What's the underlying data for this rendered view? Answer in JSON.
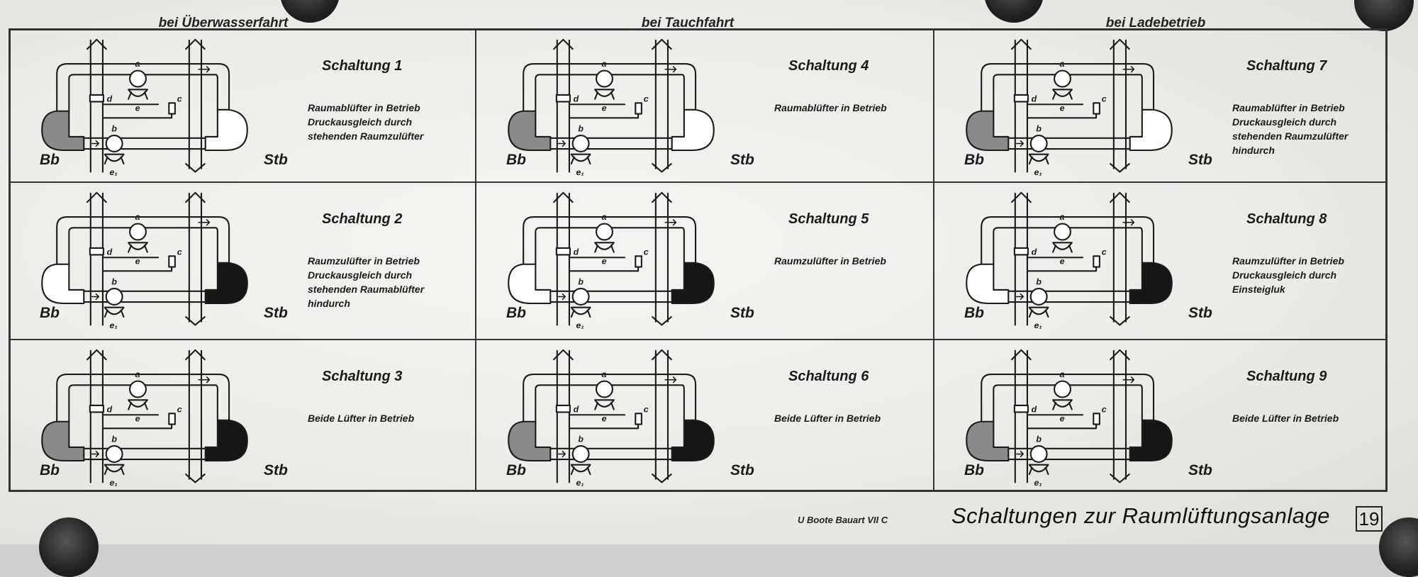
{
  "headers": [
    "bei Überwasserfahrt",
    "bei Tauchfahrt",
    "bei Ladebetrieb"
  ],
  "diagram_labels": {
    "a": "a",
    "b": "b",
    "c": "c",
    "d": "d",
    "e": "e",
    "e1": "e₁",
    "bb": "Bb",
    "stb": "Stb"
  },
  "circuits": [
    {
      "title": "Schaltung 1",
      "desc": [
        "Raumablüfter in Betrieb",
        "Druckausgleich durch",
        "stehenden Raumzulüfter"
      ],
      "bb": "gray",
      "stb": "white"
    },
    {
      "title": "Schaltung 2",
      "desc": [
        "Raumzulüfter in Betrieb",
        "Druckausgleich durch",
        "stehenden Raumablüfter",
        "hindurch"
      ],
      "bb": "white",
      "stb": "black"
    },
    {
      "title": "Schaltung 3",
      "desc": [
        "Beide Lüfter in Betrieb"
      ],
      "bb": "gray",
      "stb": "black"
    },
    {
      "title": "Schaltung 4",
      "desc": [
        "Raumablüfter in Betrieb"
      ],
      "bb": "gray",
      "stb": "white"
    },
    {
      "title": "Schaltung 5",
      "desc": [
        "Raumzulüfter in Betrieb"
      ],
      "bb": "white",
      "stb": "black"
    },
    {
      "title": "Schaltung 6",
      "desc": [
        "Beide Lüfter in Betrieb"
      ],
      "bb": "gray",
      "stb": "black"
    },
    {
      "title": "Schaltung 7",
      "desc": [
        "Raumablüfter in Betrieb",
        "Druckausgleich durch",
        "stehenden Raumzulüfter",
        "hindurch"
      ],
      "bb": "gray",
      "stb": "white"
    },
    {
      "title": "Schaltung 8",
      "desc": [
        "Raumzulüfter in Betrieb",
        "Druckausgleich durch",
        "Einsteigluk"
      ],
      "bb": "white",
      "stb": "black"
    },
    {
      "title": "Schaltung 9",
      "desc": [
        "Beide Lüfter in Betrieb"
      ],
      "bb": "gray",
      "stb": "black"
    }
  ],
  "footer": {
    "series": "U Boote Bauart VII C",
    "title": "Schaltungen zur Raumlüftungsanlage",
    "page": "19"
  },
  "colors": {
    "ink": "#1b1b1b",
    "gray_fill": "#8a8a8a",
    "black_fill": "#151515",
    "paper": "#efefec"
  }
}
